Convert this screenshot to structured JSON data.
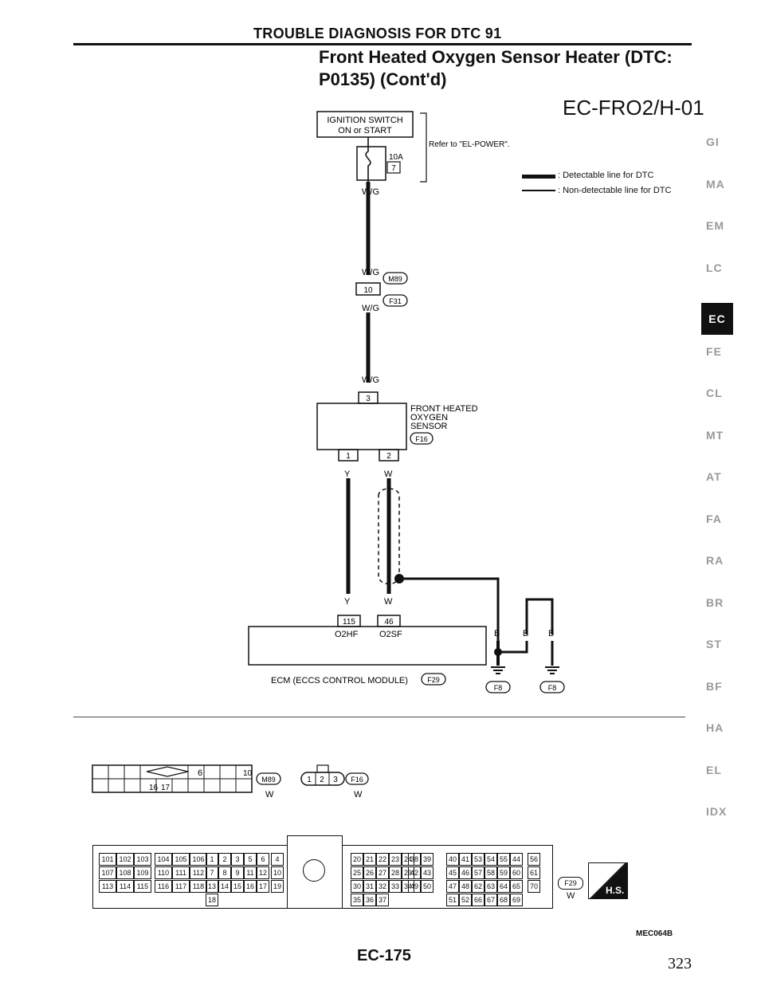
{
  "header": {
    "section_title": "TROUBLE DIAGNOSIS FOR DTC 91",
    "subtitle_line1": "Front Heated Oxygen Sensor Heater (DTC:",
    "subtitle_line2": "P0135) (Cont'd)",
    "diagram_code": "EC-FRO2/H-01"
  },
  "legend": {
    "detectable": ": Detectable line for DTC",
    "non_detectable": ": Non-detectable line for DTC"
  },
  "circuit": {
    "ignition_line1": "IGNITION SWITCH",
    "ignition_line2": "ON or START",
    "refer": "Refer to \"EL-POWER\".",
    "fuse_amp": "10A",
    "fuse_num": "7",
    "wire_wg": "W/G",
    "conn_m89": "M89",
    "conn_f31": "F31",
    "pin_10": "10",
    "pin_3": "3",
    "sensor_line1": "FRONT HEATED",
    "sensor_line2": "OXYGEN",
    "sensor_line3": "SENSOR",
    "conn_f16": "F16",
    "pin_1": "1",
    "pin_2": "2",
    "wire_y": "Y",
    "wire_w": "W",
    "wire_b": "B",
    "pin_115": "115",
    "pin_46": "46",
    "o2hf": "O2HF",
    "o2sf": "O2SF",
    "ecm_label": "ECM (ECCS CONTROL MODULE)",
    "conn_f29": "F29",
    "conn_f8": "F8"
  },
  "connectors": {
    "m89_pins_top": [
      "6",
      "10"
    ],
    "m89_pins_bottom": [
      "16",
      "17"
    ],
    "m89_label": "M89",
    "m89_color": "W",
    "f16_pins": [
      "1",
      "2",
      "3"
    ],
    "f16_label": "F16",
    "f16_color": "W",
    "f29_label": "F29",
    "f29_color": "W",
    "hs": "H.S.",
    "ecm_groups": [
      [
        "101",
        "102",
        "103",
        "107",
        "108",
        "109",
        "113",
        "114",
        "115"
      ],
      [
        "104",
        "105",
        "106",
        "110",
        "111",
        "112",
        "116",
        "117",
        "118"
      ],
      [
        "1",
        "2",
        "3",
        "5",
        "6",
        "7",
        "8",
        "9",
        "11",
        "12",
        "13",
        "14",
        "15",
        "16",
        "17",
        "18"
      ],
      [
        "4",
        "10",
        "19"
      ],
      [
        "20",
        "21",
        "22",
        "23",
        "24",
        "25",
        "26",
        "27",
        "28",
        "29",
        "30",
        "31",
        "32",
        "33",
        "34",
        "35",
        "36",
        "37"
      ],
      [
        "38",
        "39",
        "42",
        "43",
        "49",
        "50"
      ],
      [
        "40",
        "41",
        "53",
        "54",
        "55",
        "44",
        "45",
        "46",
        "57",
        "58",
        "59",
        "60",
        "47",
        "48",
        "62",
        "63",
        "64",
        "65",
        "51",
        "52",
        "66",
        "67",
        "68",
        "69"
      ],
      [
        "56",
        "61",
        "70"
      ]
    ]
  },
  "sidebar": [
    "GI",
    "MA",
    "EM",
    "LC",
    "EC",
    "FE",
    "CL",
    "MT",
    "AT",
    "FA",
    "RA",
    "BR",
    "ST",
    "BF",
    "HA",
    "EL",
    "IDX"
  ],
  "footer": {
    "figure_code": "MEC064B",
    "page_code": "EC-175",
    "page_number": "323"
  }
}
